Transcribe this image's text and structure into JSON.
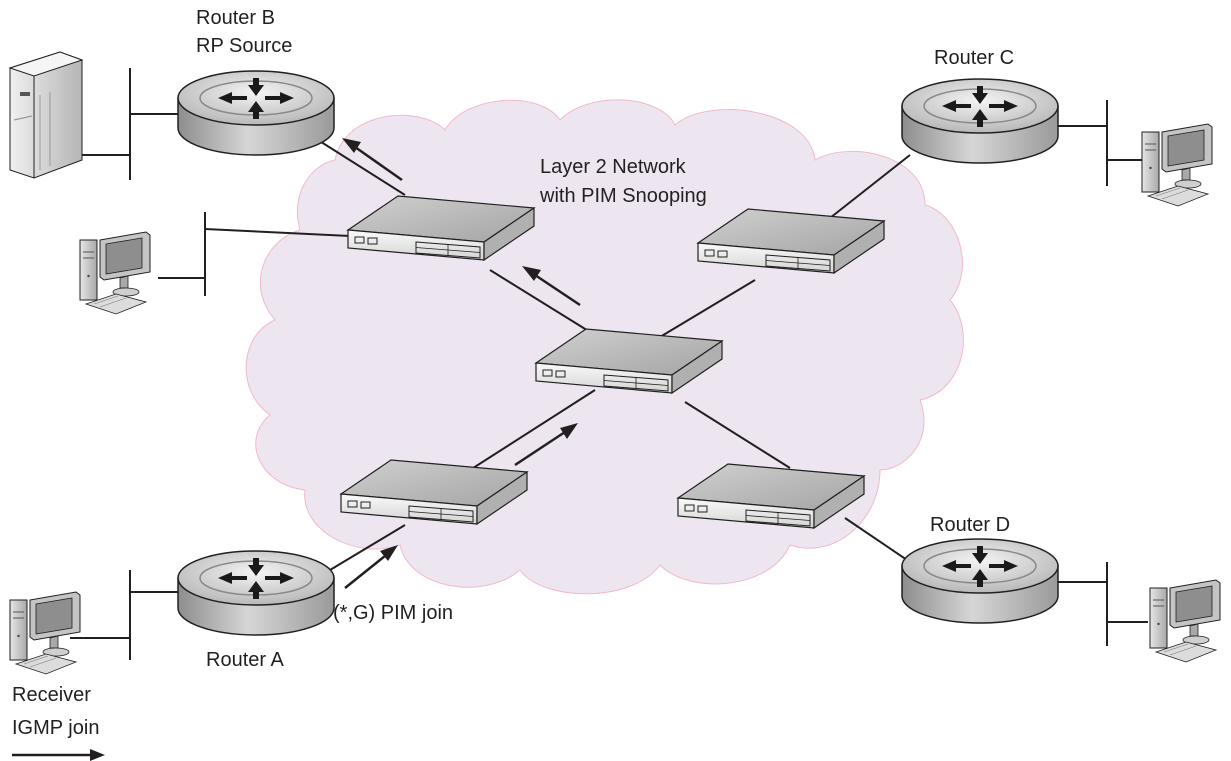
{
  "labels": {
    "router_b_name": "Router B",
    "router_b_role": "RP Source",
    "router_c": "Router C",
    "router_d": "Router D",
    "router_a": "Router A",
    "network_line1": "Layer 2 Network",
    "network_line2": "with PIM Snooping",
    "pim_join": "(*,G) PIM join",
    "receiver": "Receiver",
    "igmp_join": "IGMP join"
  },
  "colors": {
    "cloud_fill": "#ede6f1",
    "cloud_stroke": "#f2b8cc",
    "line": "#231f20"
  },
  "icons": [
    "router-icon",
    "switch-icon",
    "pc-icon",
    "server-icon",
    "arrow-icon"
  ]
}
